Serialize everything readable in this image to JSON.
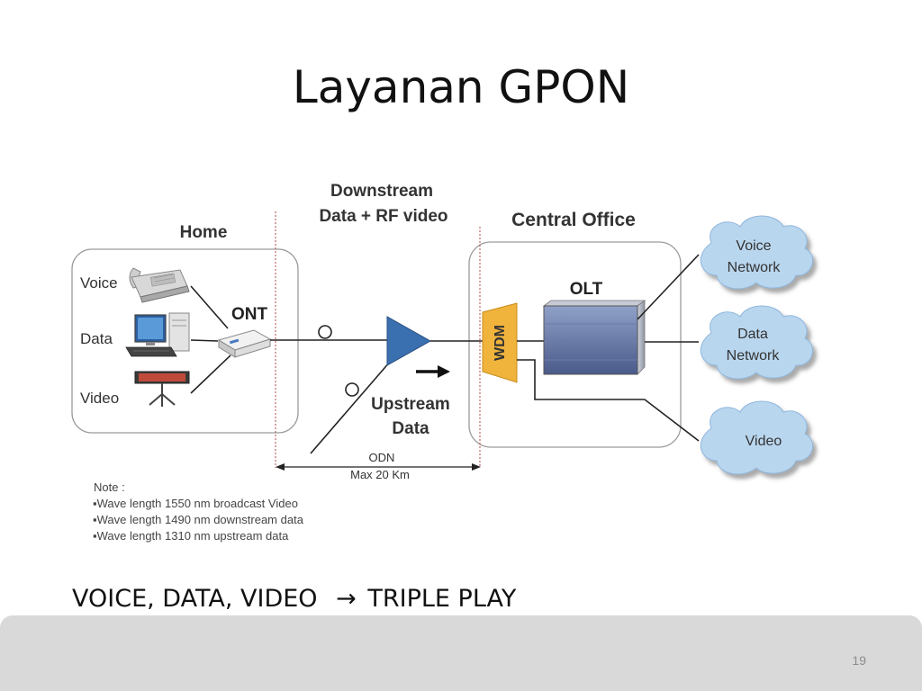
{
  "slide": {
    "title": "Layanan GPON",
    "caption_left": "VOICE, DATA, VIDEO",
    "caption_arrow": "→",
    "caption_right": "TRIPLE PLAY",
    "page_number": "19"
  },
  "diagram": {
    "home_label": "Home",
    "central_office_label": "Central Office",
    "downstream_line1": "Downstream",
    "downstream_line2": "Data + RF video",
    "upstream_line1": "Upstream",
    "upstream_line2": "Data",
    "ont_label": "ONT",
    "olt_label": "OLT",
    "wdm_label": "WDM",
    "home_services": [
      "Voice",
      "Data",
      "Video"
    ],
    "networks": [
      {
        "line1": "Voice",
        "line2": "Network"
      },
      {
        "line1": "Data",
        "line2": "Network"
      },
      {
        "line1": "Video",
        "line2": ""
      }
    ],
    "odn_label": "ODN",
    "odn_distance": "Max 20 Km",
    "note_title": "Note :",
    "notes": [
      "▪Wave length 1550 nm  broadcast Video",
      "▪Wave length 1490 nm downstream data",
      "▪Wave length 1310 nm upstream data"
    ],
    "colors": {
      "splitter": "#3a6fb0",
      "wdm": "#f0b43c",
      "cloud": "#b9d6ef",
      "cloud_stroke": "#8fb6dc",
      "odn_line": "#b04a4a"
    }
  }
}
